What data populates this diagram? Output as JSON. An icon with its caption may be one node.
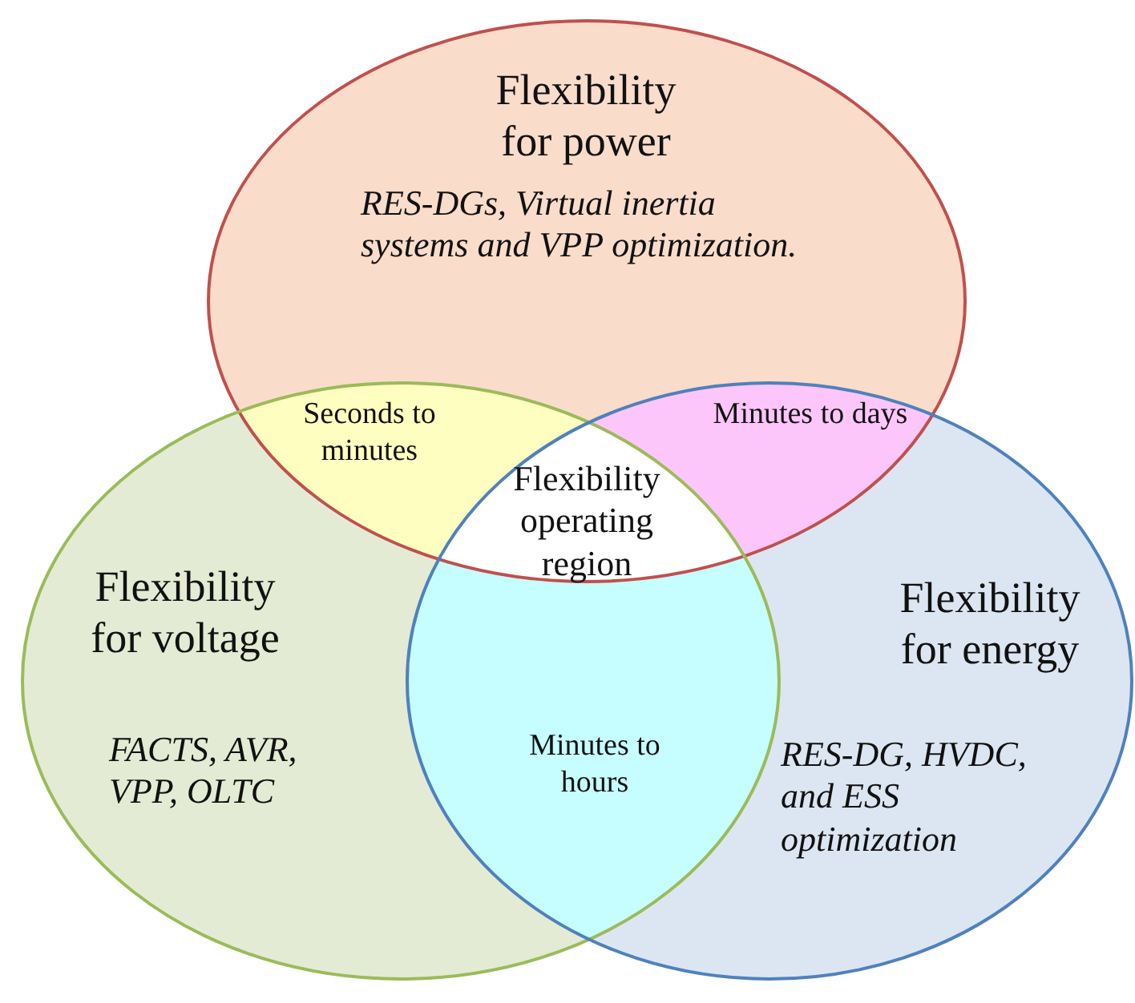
{
  "diagram": {
    "nodes": [
      {
        "text": [
          "Flexibility for power",
          "RES-DGs, Virtual inertia systems and VPP optimization."
        ]
      },
      {
        "text": [
          "Flexibility for voltage",
          "FACTS, AVR, VPP, OLTC"
        ]
      },
      {
        "text": [
          "Flexibility for energy",
          "RES-DG, HVDC, and ESS optimization"
        ]
      },
      {
        "text": [
          "Seconds to minutes"
        ]
      },
      {
        "text": [
          "Minutes to days"
        ]
      },
      {
        "text": [
          "Flexibility operating region"
        ]
      },
      {
        "text": [
          "Minutes to hours"
        ]
      }
    ]
  }
}
